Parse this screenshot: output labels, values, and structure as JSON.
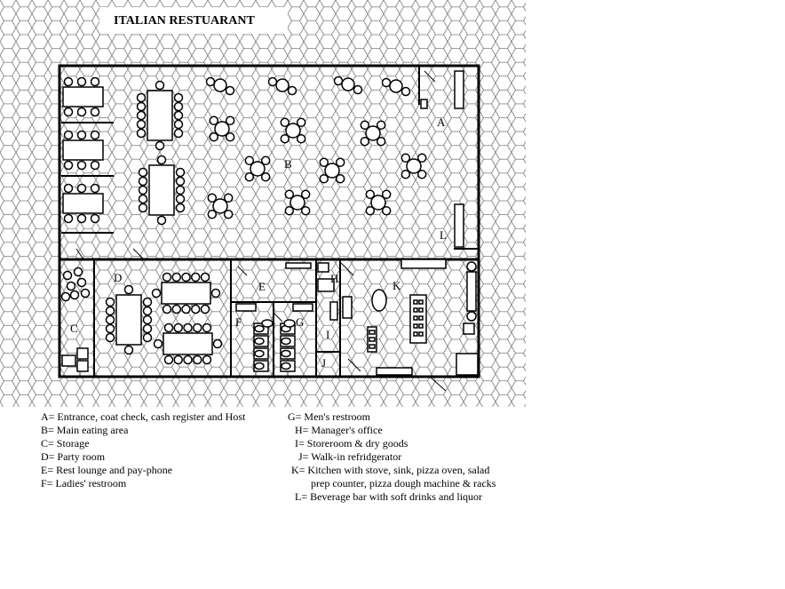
{
  "title": "ITALIAN RESTUARANT",
  "colors": {
    "line": "#000000",
    "hex_pattern": "#777777",
    "background": "#ffffff"
  },
  "rooms": {
    "A": "A",
    "B": "B",
    "C": "C",
    "D": "D",
    "E": "E",
    "F": "F",
    "G": "G",
    "H": "H",
    "I": "I",
    "J": "J",
    "K": "K",
    "L": "L"
  },
  "legend": {
    "left": [
      "A= Entrance, coat check, cash register and Host",
      "B= Main eating area",
      "C= Storage",
      "D= Party room",
      "E= Rest lounge and pay-phone",
      "F= Ladies' restroom"
    ],
    "right": [
      "G= Men's restroom",
      "H= Manager's office",
      "I= Storeroom & dry goods",
      "J= Walk-in refridgerator",
      "K= Kitchen with stove, sink, pizza oven, salad",
      "prep counter, pizza dough machine & racks",
      "L= Beverage bar with soft drinks and liquor"
    ]
  }
}
